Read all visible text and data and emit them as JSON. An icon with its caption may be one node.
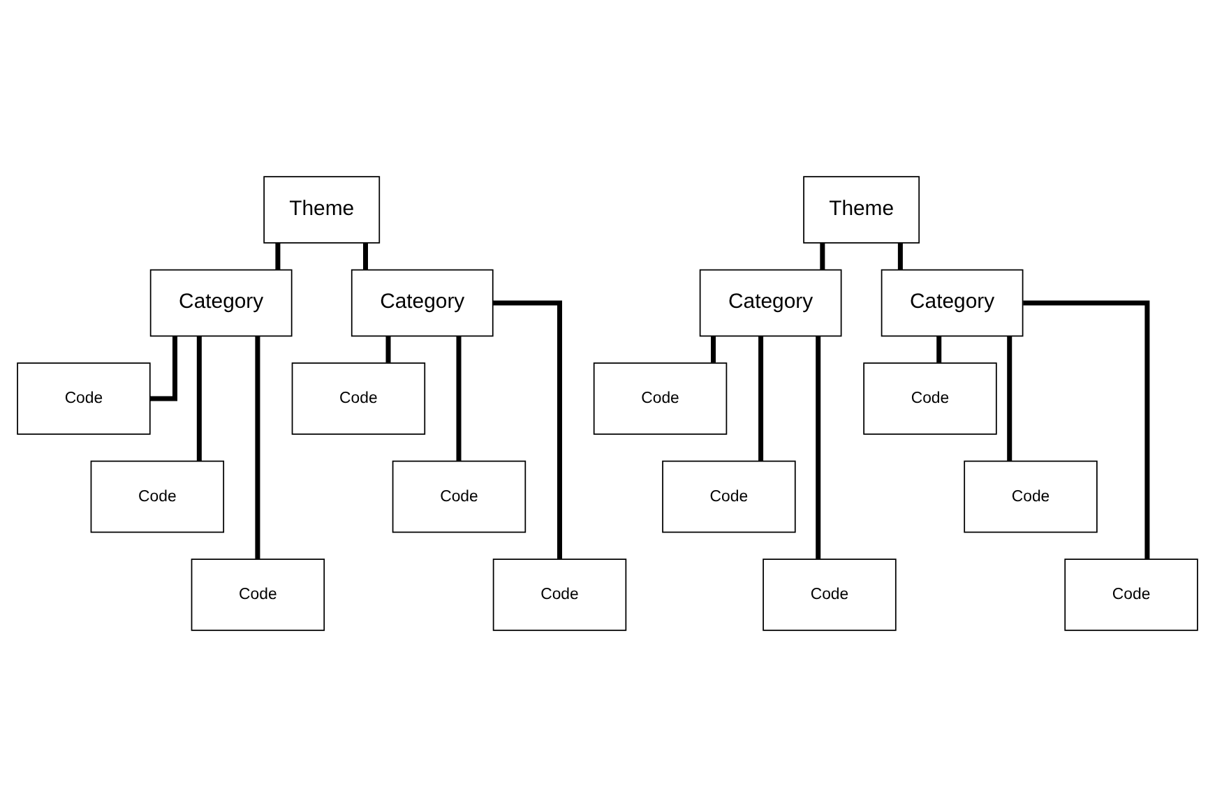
{
  "diagram": {
    "nodes": [
      {
        "text": [
          "Theme"
        ]
      },
      {
        "text": [
          "Category"
        ]
      },
      {
        "text": [
          "Category"
        ]
      },
      {
        "text": [
          "Code"
        ]
      },
      {
        "text": [
          "Code"
        ]
      },
      {
        "text": [
          "Code"
        ]
      },
      {
        "text": [
          "Code"
        ]
      },
      {
        "text": [
          "Code"
        ]
      },
      {
        "text": [
          "Code"
        ]
      },
      {
        "text": [
          "Theme"
        ]
      },
      {
        "text": [
          "Category"
        ]
      },
      {
        "text": [
          "Category"
        ]
      },
      {
        "text": [
          "Code"
        ]
      },
      {
        "text": [
          "Code"
        ]
      },
      {
        "text": [
          "Code"
        ]
      },
      {
        "text": [
          "Code"
        ]
      },
      {
        "text": [
          "Code"
        ]
      },
      {
        "text": [
          "Code"
        ]
      }
    ],
    "edges": [
      {
        "from": 0,
        "to": 1,
        "arrow": "none"
      },
      {
        "from": 0,
        "to": 2,
        "arrow": "none"
      },
      {
        "from": 1,
        "to": 3,
        "arrow": "none"
      },
      {
        "from": 1,
        "to": 4,
        "arrow": "none"
      },
      {
        "from": 1,
        "to": 5,
        "arrow": "none"
      },
      {
        "from": 2,
        "to": 6,
        "arrow": "none"
      },
      {
        "from": 2,
        "to": 7,
        "arrow": "none"
      },
      {
        "from": 2,
        "to": 8,
        "arrow": "none"
      },
      {
        "from": 9,
        "to": 10,
        "arrow": "none"
      },
      {
        "from": 9,
        "to": 11,
        "arrow": "none"
      },
      {
        "from": 10,
        "to": 12,
        "arrow": "none"
      },
      {
        "from": 10,
        "to": 13,
        "arrow": "none"
      },
      {
        "from": 10,
        "to": 14,
        "arrow": "none"
      },
      {
        "from": 11,
        "to": 15,
        "arrow": "none"
      },
      {
        "from": 11,
        "to": 16,
        "arrow": "none"
      },
      {
        "from": 11,
        "to": 17,
        "arrow": "none"
      }
    ]
  }
}
